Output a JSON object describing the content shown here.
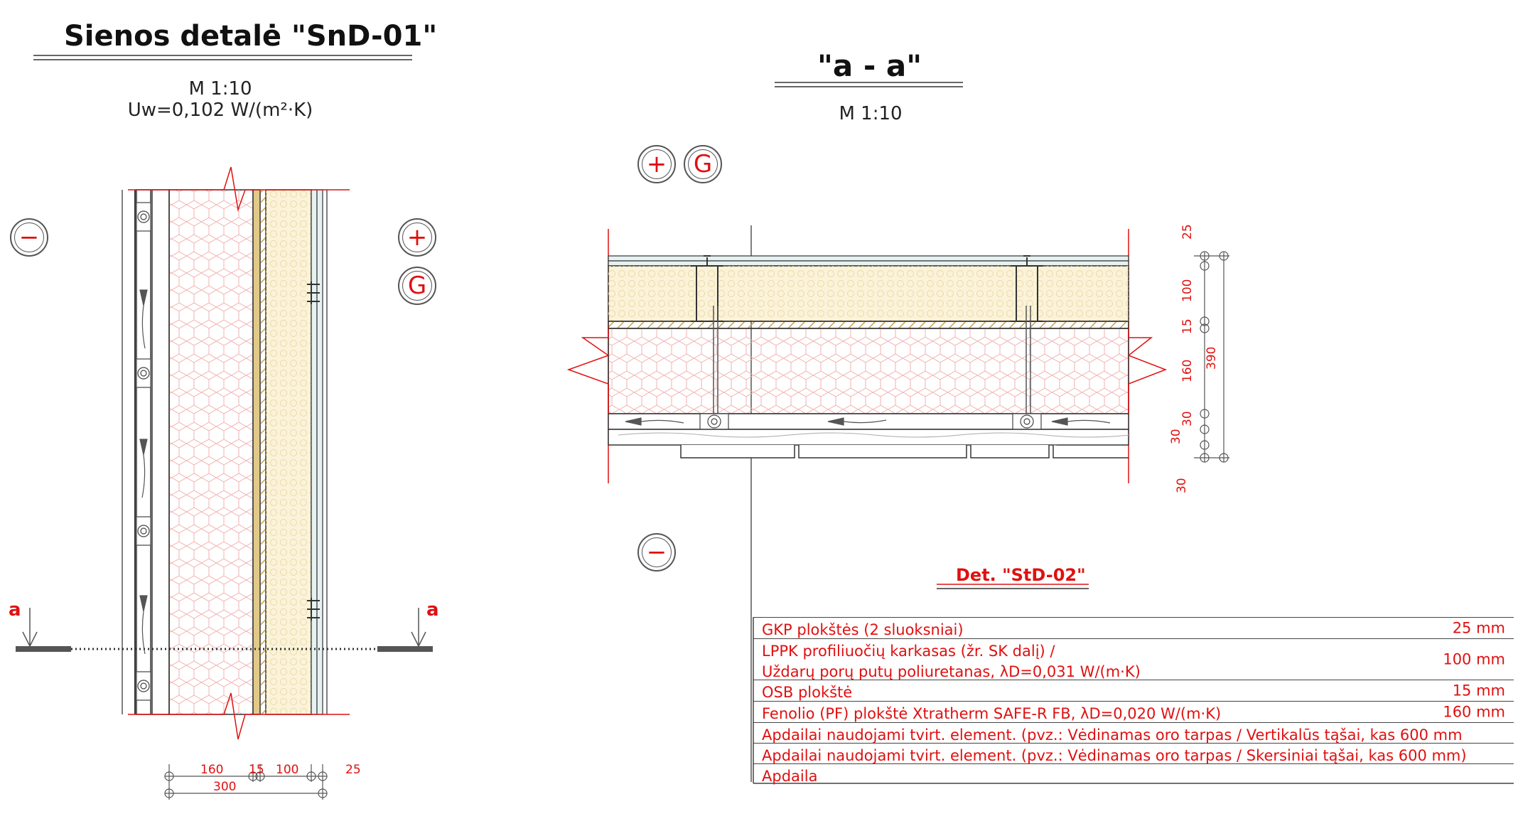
{
  "left_detail": {
    "title": "Sienos detalė \"SnD-01\"",
    "scale": "M 1:10",
    "u_value": "Uw=0,102 W/(m²·K)",
    "dims_top": [
      "160",
      "15",
      "100",
      "25"
    ],
    "dim_total": "300",
    "section_mark": "a"
  },
  "section_view": {
    "title": "\"a - a\"",
    "scale": "M 1:10",
    "dims_vertical": [
      "25",
      "100",
      "15",
      "160",
      "30",
      "30",
      "30"
    ],
    "dim_total": "390"
  },
  "symbols": {
    "interior": "−",
    "exterior": "+",
    "ground": "G"
  },
  "legend": {
    "title": "Det. \"StD-02\"",
    "rows": [
      {
        "text": "GKP plokštės (2 sluoksniai)",
        "thickness": "25 mm"
      },
      {
        "text": "LPPK profiliuočių karkasas (žr. SK dalį) /",
        "text2": "Uždarų porų putų poliuretanas, λD=0,031 W/(m·K)",
        "thickness": "100 mm"
      },
      {
        "text": "OSB plokštė",
        "thickness": "15 mm"
      },
      {
        "text": "Fenolio (PF) plokštė Xtratherm SAFE-R FB, λD=0,020 W/(m·K)",
        "thickness": "160 mm"
      },
      {
        "text": "Apdailai naudojami tvirt. element. (pvz.: Vėdinamas oro tarpas / Vertikalūs tąšai, kas 600 mm",
        "thickness": ""
      },
      {
        "text": "Apdailai naudojami tvirt. element. (pvz.: Vėdinamas oro tarpas / Skersiniai tąšai, kas 600 mm)",
        "thickness": ""
      },
      {
        "text": "Apdaila",
        "thickness": ""
      }
    ]
  },
  "colors": {
    "accent": "#e01010",
    "insulation": "#fbf3d9",
    "line": "#333333",
    "osb": "#e2c98a"
  }
}
